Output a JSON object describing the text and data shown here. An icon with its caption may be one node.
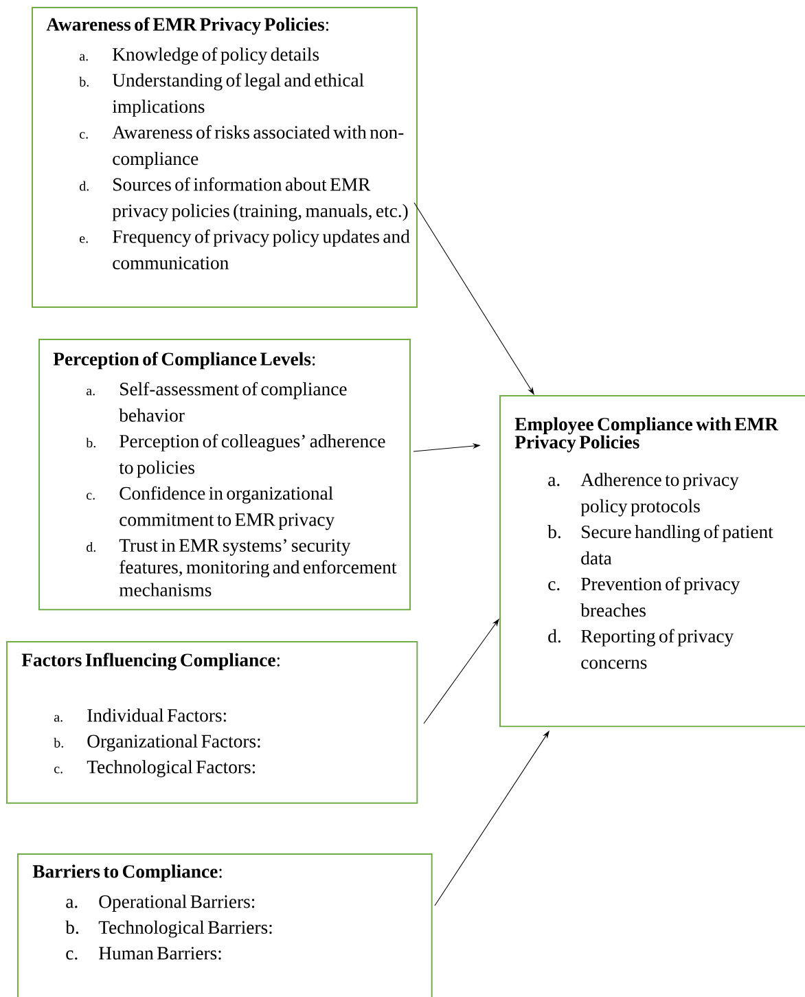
{
  "diagram": {
    "nodes": [
      {
        "text": [
          "**Awareness of EMR Privacy Policies**:",
          "a.",
          "Knowledge of policy details",
          "b.",
          "Understanding of legal and ethical implications",
          "c.",
          "Awareness of risks associated with non-compliance",
          "d.",
          "Sources of information about EMR privacy policies (training, manuals, etc.)",
          "e.",
          "Frequency of privacy policy updates and communication"
        ]
      },
      {
        "text": [
          "**Perception of Compliance Levels**:",
          "a.",
          "Self-assessment of compliance behavior",
          "b.",
          "Perception of colleagues’ adherence to policies",
          "c.",
          "Confidence in organizational commitment to EMR privacy",
          "d.",
          "Trust in EMR systems’ security features, monitoring and enforcement mechanisms"
        ]
      },
      {
        "text": [
          "**Factors Influencing Compliance**:",
          "a.",
          "Individual Factors:",
          "b.",
          "Organizational Factors:",
          "c.",
          "Technological Factors:"
        ]
      },
      {
        "text": [
          "**Barriers to Compliance**:",
          "a.",
          "Operational Barriers:",
          "b.",
          "Technological Barriers:",
          "c.",
          "Human Barriers:"
        ]
      },
      {
        "text": [
          "**Employee Compliance with EMR Privacy Policies**",
          "a.",
          "Adherence to privacy policy protocols",
          "b.",
          "Secure handling of patient data",
          "c.",
          "Prevention of privacy breaches",
          "d.",
          "Reporting of privacy concerns"
        ]
      }
    ],
    "edges": [
      {
        "from": 0,
        "to": 4,
        "arrow": "to"
      },
      {
        "from": 1,
        "to": 4,
        "arrow": "to"
      },
      {
        "from": 2,
        "to": 4,
        "arrow": "to"
      },
      {
        "from": 3,
        "to": 4,
        "arrow": "to"
      }
    ]
  }
}
